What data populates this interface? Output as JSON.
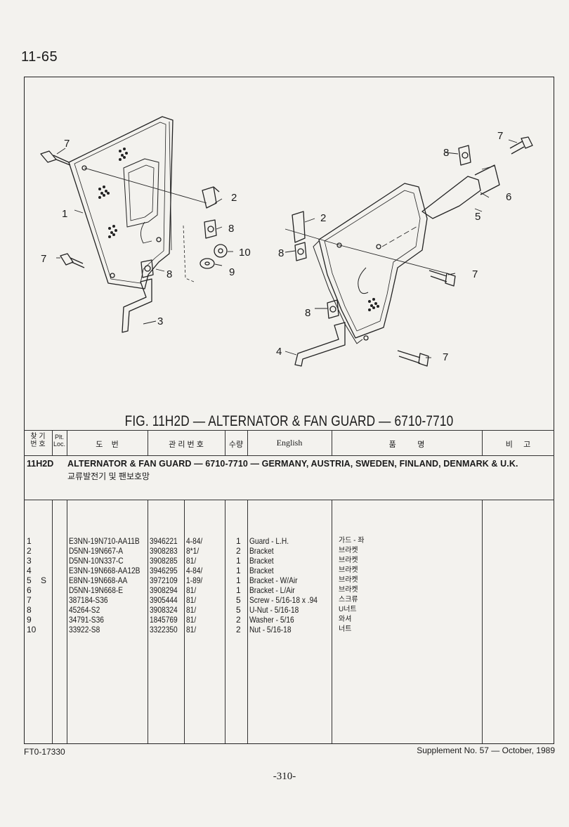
{
  "page": {
    "section_number": "11-65",
    "figure_title": "FIG. 11H2D — ALTERNATOR & FAN GUARD — 6710-7710",
    "footer_code": "FT0-17330",
    "supplement": "Supplement No. 57 — October, 1989",
    "page_number": "-310-"
  },
  "figure": {
    "callouts": [
      "7",
      "2",
      "8",
      "10",
      "9",
      "8",
      "3",
      "1",
      "7",
      "8",
      "2",
      "8",
      "7",
      "6",
      "5",
      "7",
      "8",
      "4",
      "7"
    ]
  },
  "table": {
    "headers": {
      "ref_no": "찾 기\n번 호",
      "plt_loc": "Plt.\nLoc.",
      "drawing_no": "도    번",
      "control_no": "관 리 번 호",
      "qty": "수량",
      "english": "English",
      "korean_name": "품          명",
      "remarks": "비     고"
    },
    "group": {
      "code": "11H2D",
      "title_en": "ALTERNATOR & FAN GUARD — 6710-7710 — GERMANY, AUSTRIA, SWEDEN, FINLAND, DENMARK & U.K.",
      "title_ko": "교류발전기 및 팬보호망"
    },
    "rows": [
      {
        "ref": "1",
        "loc": "",
        "part": "E3NN-19N710-AA11B",
        "control": "3946221",
        "date": "4-84/",
        "qty": "1",
        "en": "Guard - L.H.",
        "ko": "가드 - 좌"
      },
      {
        "ref": "2",
        "loc": "",
        "part": "D5NN-19N667-A",
        "control": "3908283",
        "date": "8*1/",
        "qty": "2",
        "en": "Bracket",
        "ko": "브라켓"
      },
      {
        "ref": "3",
        "loc": "",
        "part": "D5NN-10N337-C",
        "control": "3908285",
        "date": "81/",
        "qty": "1",
        "en": "Bracket",
        "ko": "브라켓"
      },
      {
        "ref": "4",
        "loc": "",
        "part": "E3NN-19N668-AA12B",
        "control": "3946295",
        "date": "4-84/",
        "qty": "1",
        "en": "Bracket",
        "ko": "브라켓"
      },
      {
        "ref": "5",
        "loc": "S",
        "part": "E8NN-19N668-AA",
        "control": "3972109",
        "date": "1-89/",
        "qty": "1",
        "en": "Bracket - W/Air",
        "ko": "브라켓"
      },
      {
        "ref": "6",
        "loc": "",
        "part": "D5NN-19N668-E",
        "control": "3908294",
        "date": "81/",
        "qty": "1",
        "en": "Bracket - L/Air",
        "ko": "브라켓"
      },
      {
        "ref": "7",
        "loc": "",
        "part": "387184-S36",
        "control": "3905444",
        "date": "81/",
        "qty": "5",
        "en": "Screw - 5/16-18 x .94",
        "ko": "스크류"
      },
      {
        "ref": "8",
        "loc": "",
        "part": "45264-S2",
        "control": "3908324",
        "date": "81/",
        "qty": "5",
        "en": "U-Nut - 5/16-18",
        "ko": "U너트"
      },
      {
        "ref": "9",
        "loc": "",
        "part": "34791-S36",
        "control": "1845769",
        "date": "81/",
        "qty": "2",
        "en": "Washer - 5/16",
        "ko": "와셔"
      },
      {
        "ref": "10",
        "loc": "",
        "part": "33922-S8",
        "control": "3322350",
        "date": "81/",
        "qty": "2",
        "en": "Nut - 5/16-18",
        "ko": "너트"
      }
    ]
  }
}
